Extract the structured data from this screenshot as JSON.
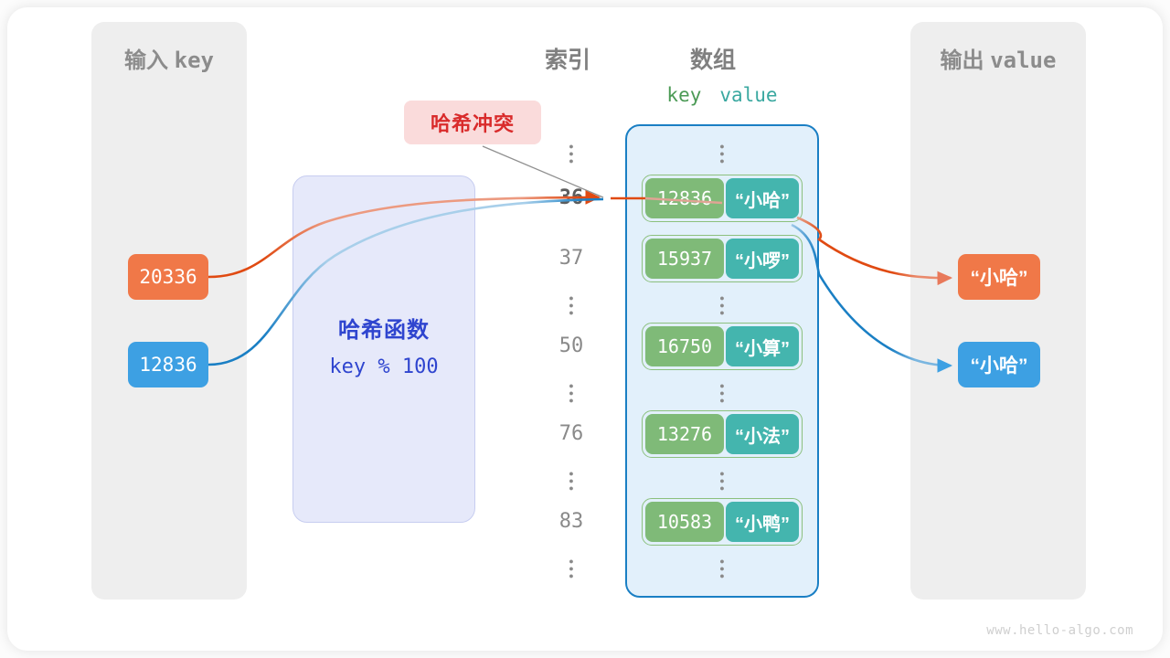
{
  "watermark": "www.hello-algo.com",
  "panels": {
    "input": {
      "title_cn": "输入",
      "title_mono": "key"
    },
    "output": {
      "title_cn": "输出",
      "title_mono": "value"
    }
  },
  "columns": {
    "index_title": "索引",
    "array_title": "数组",
    "key_header": "key",
    "value_header": "value"
  },
  "collision": {
    "label": "哈希冲突"
  },
  "hash_function": {
    "title": "哈希函数",
    "expression": "key % 100"
  },
  "inputs": [
    {
      "value": "20336",
      "color": "#f07848"
    },
    {
      "value": "12836",
      "color": "#3da0e3"
    }
  ],
  "outputs": [
    {
      "value": "“小哈”",
      "color": "#f07848"
    },
    {
      "value": "“小哈”",
      "color": "#3da0e3"
    }
  ],
  "rows": [
    {
      "kind": "dots"
    },
    {
      "kind": "entry",
      "index": "36",
      "key": "12836",
      "value": "“小哈”",
      "highlight": true
    },
    {
      "kind": "entry",
      "index": "37",
      "key": "15937",
      "value": "“小啰”",
      "highlight": false
    },
    {
      "kind": "dots"
    },
    {
      "kind": "entry",
      "index": "50",
      "key": "16750",
      "value": "“小算”",
      "highlight": false
    },
    {
      "kind": "dots"
    },
    {
      "kind": "entry",
      "index": "76",
      "key": "13276",
      "value": "“小法”",
      "highlight": false
    },
    {
      "kind": "dots"
    },
    {
      "kind": "entry",
      "index": "83",
      "key": "10583",
      "value": "“小鸭”",
      "highlight": false
    },
    {
      "kind": "dots"
    }
  ],
  "colors": {
    "orange": "#e04a12",
    "blue": "#1a7fc4",
    "key_green": "#7fba78",
    "value_teal": "#44b5ae",
    "array_fill": "#e2f0fb",
    "array_border": "#1a7fc4",
    "hash_fill": "#e6e9fa",
    "hash_text": "#2f45cf",
    "badge_fill": "#fadbdb",
    "badge_text": "#d92b2b",
    "panel_fill": "#eeeeee"
  }
}
